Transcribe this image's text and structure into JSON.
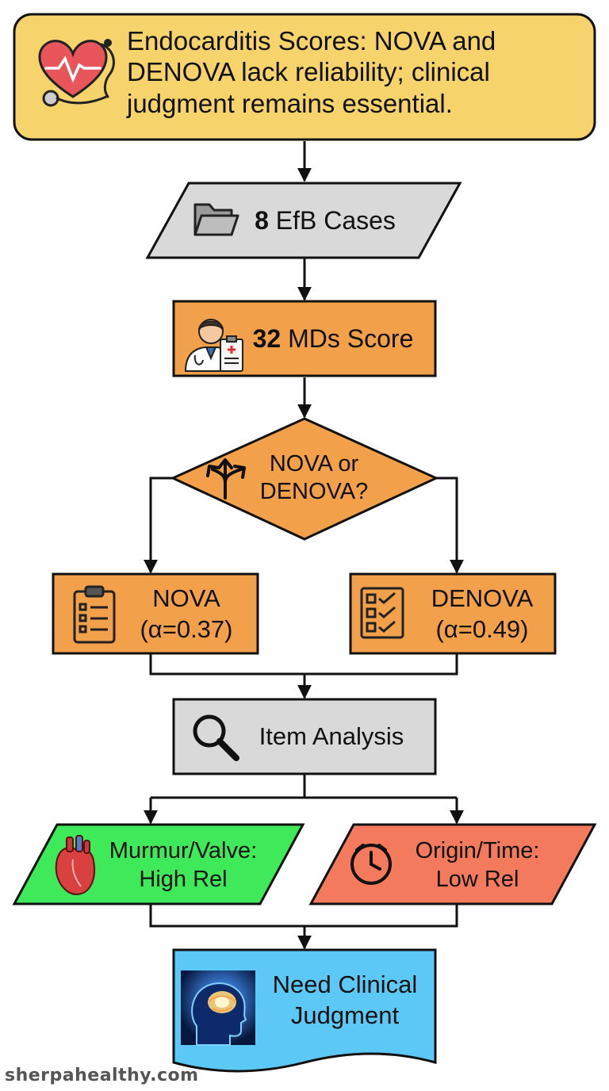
{
  "title": "Endocarditis Scores: NOVA and DENOVA lack reliability; clinical judgment remains essential.",
  "nodes": {
    "cases": {
      "count": "8",
      "label": "EfB Cases"
    },
    "md_score": {
      "count": "32",
      "label": "MDs Score"
    },
    "decision": {
      "line1": "NOVA or",
      "line2": "DENOVA?"
    },
    "nova": {
      "name": "NOVA",
      "alpha": "(α=0.37)"
    },
    "denova": {
      "name": "DENOVA",
      "alpha": "(α=0.49)"
    },
    "item_analysis": {
      "label": "Item Analysis"
    },
    "murmur": {
      "line1": "Murmur/Valve:",
      "line2": "High Rel"
    },
    "origin": {
      "line1": "Origin/Time:",
      "line2": "Low Rel"
    },
    "judgment": {
      "line1": "Need Clinical",
      "line2": "Judgment"
    }
  },
  "icons": [
    "heart-stethoscope-icon",
    "folder-icon",
    "doctor-icon",
    "split-arrows-icon",
    "clipboard-checklist-icon",
    "checklist-icon",
    "magnifier-icon",
    "anatomical-heart-icon",
    "clock-icon",
    "brain-head-icon"
  ],
  "colors": {
    "title_fill": "#F6D36B",
    "gray_fill": "#D9D9D9",
    "orange_fill": "#F2A04A",
    "green_fill": "#3EEA5A",
    "red_fill": "#F47A5E",
    "blue_fill": "#5CC8F5"
  },
  "watermark": "sherpahealthy.com"
}
